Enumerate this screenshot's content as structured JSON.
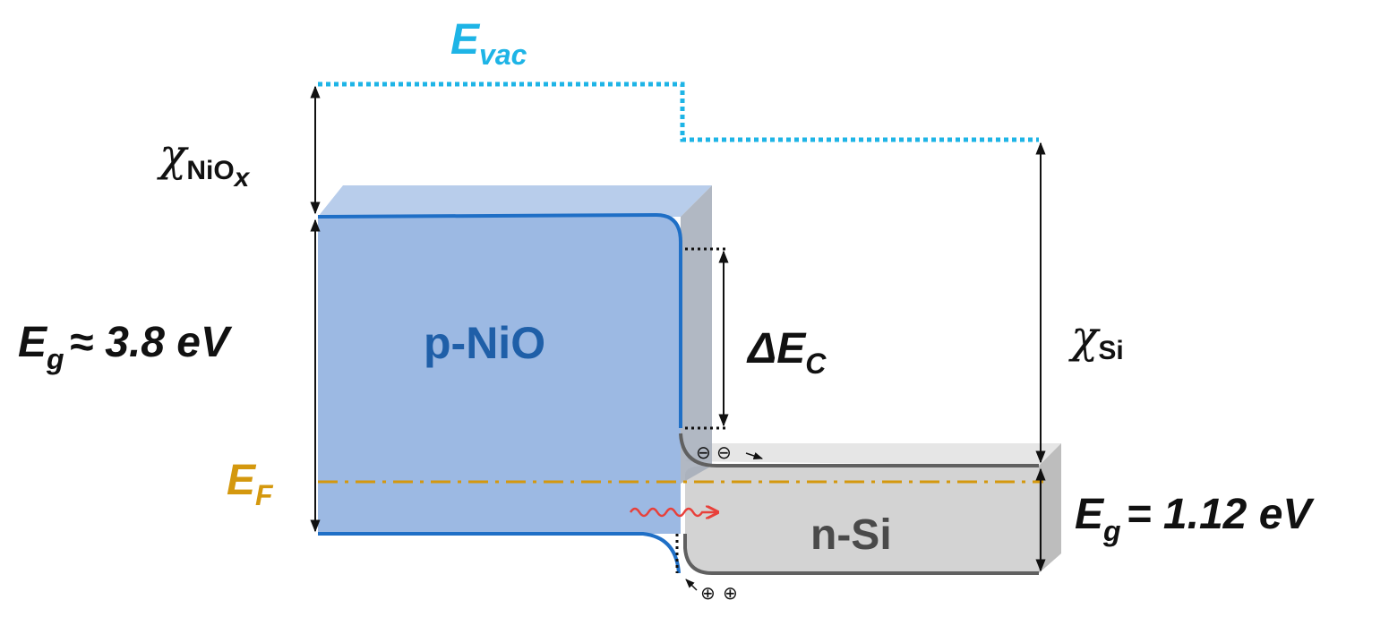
{
  "diagram": {
    "evac": {
      "base": "E",
      "sub": "vac"
    },
    "chi_niox": {
      "symbol": "χ",
      "sub": "NiO",
      "subsub": "x"
    },
    "chi_si": {
      "symbol": "χ",
      "sub": "Si"
    },
    "eg_nio": {
      "base": "E",
      "sub": "g",
      "rest": "≈ 3.8 eV"
    },
    "eg_si": {
      "base": "E",
      "sub": "g",
      "rest": "= 1.12 eV"
    },
    "ef": {
      "base": "E",
      "sub": "F"
    },
    "delta_ec": {
      "base": "ΔE",
      "sub": "C"
    },
    "p_nio_label": "p-NiO",
    "n_si_label": "n-Si",
    "electron_symbol": "⊖",
    "hole_symbol": "⊕"
  },
  "colors": {
    "vacuum_level": "#1EB4E6",
    "nio_fill": "#9CB9E3",
    "nio_top": "#B8CDEB",
    "nio_side": "#A3ACB8",
    "nio_band_edge": "#1F6FC6",
    "nio_label": "#1F5FA8",
    "si_fill": "#D3D3D3",
    "si_band_edge": "#606060",
    "fermi_level": "#D4980E",
    "photon": "#E8403A",
    "text": "#111111"
  }
}
